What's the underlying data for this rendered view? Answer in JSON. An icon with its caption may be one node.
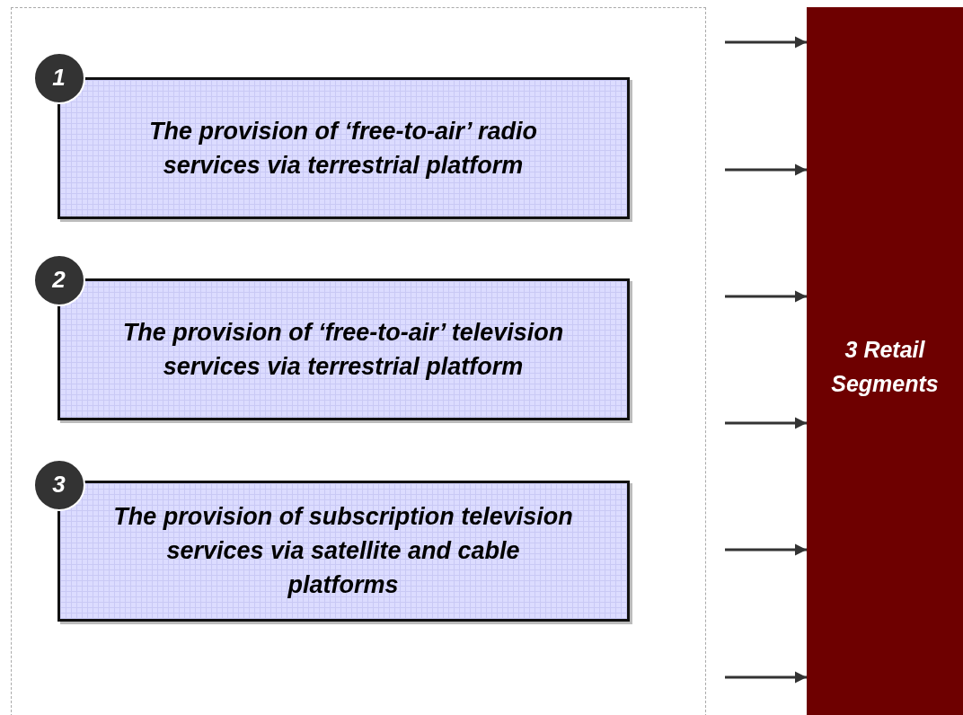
{
  "diagram": {
    "nodes": [
      {
        "text": [],
        "shape": "box"
      },
      {
        "text": [
          "1"
        ],
        "in": 0
      },
      {
        "text": [
          "The provision of ‘free-to-air’ radio services via terrestrial platform"
        ],
        "in": 0
      },
      {
        "text": [
          "2"
        ],
        "in": 0
      },
      {
        "text": [
          "The provision of ‘free-to-air’ television services via terrestrial platform"
        ],
        "in": 0
      },
      {
        "text": [
          "3"
        ],
        "in": 0
      },
      {
        "text": [
          "The provision of subscription television services via satellite and cable platforms"
        ],
        "in": 0
      },
      {
        "text": [
          "3 Retail Segments"
        ]
      }
    ],
    "edges": [
      {
        "from": null,
        "to": 7,
        "arrow": "to"
      },
      {
        "from": null,
        "to": 7,
        "arrow": "to"
      },
      {
        "from": null,
        "to": 7,
        "arrow": "to"
      },
      {
        "from": null,
        "to": 7,
        "arrow": "to"
      },
      {
        "from": null,
        "to": 7,
        "arrow": "to"
      },
      {
        "from": null,
        "to": 7,
        "arrow": "to"
      }
    ]
  }
}
